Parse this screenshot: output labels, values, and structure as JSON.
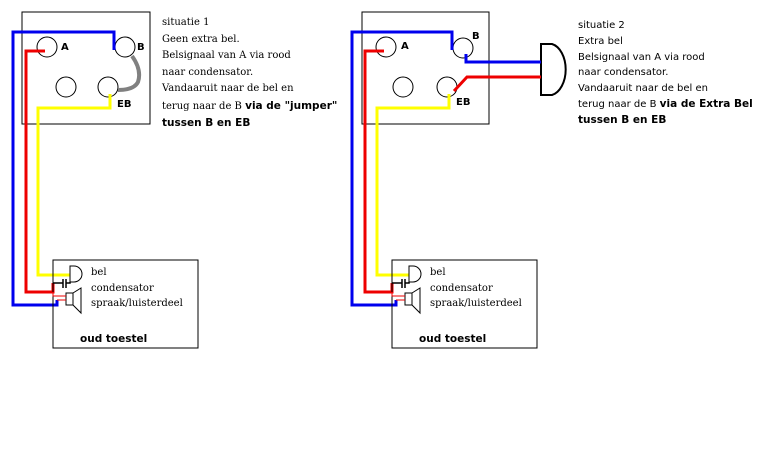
{
  "colors": {
    "blue": "#0000ee",
    "red": "#ee0000",
    "yellow": "#ffff00",
    "gray": "#808080"
  },
  "situatie1": {
    "terminals": {
      "a": "A",
      "b": "B",
      "eb": "EB"
    },
    "lines": [
      "situatie 1",
      "Geen extra bel.",
      "Belsignaal van A via rood",
      "naar condensator.",
      "Vandaaruit naar de bel en"
    ],
    "line6_plain": "terug naar de B ",
    "line6_bold": "via de \"jumper\"",
    "line7_bold": "tussen B en EB",
    "device": {
      "parts": [
        "bel",
        "condensator",
        "spraak/luisterdeel"
      ],
      "title": "oud toestel"
    }
  },
  "situatie2": {
    "terminals": {
      "a": "A",
      "b": "B",
      "eb": "EB"
    },
    "lines": [
      "situatie 2",
      "Extra bel",
      "Belsignaal van A via rood",
      "naar condensator.",
      "Vandaaruit naar de bel en"
    ],
    "line6_plain": "terug naar de B ",
    "line6_bold": "via de Extra Bel",
    "line7_bold": "tussen B en EB",
    "device": {
      "parts": [
        "bel",
        "condensator",
        "spraak/luisterdeel"
      ],
      "title": "oud toestel"
    }
  }
}
